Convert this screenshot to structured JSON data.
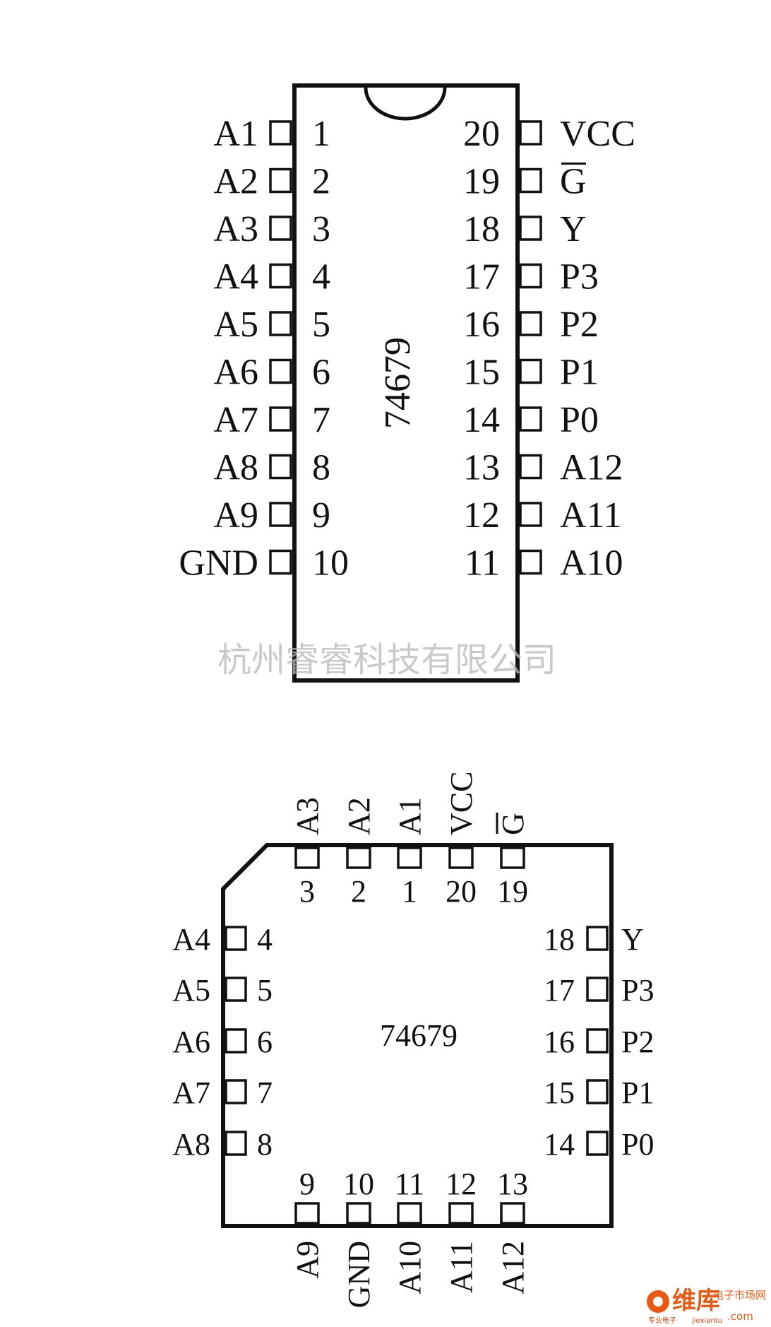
{
  "dip": {
    "part": "74679",
    "left_pins": [
      {
        "num": "1",
        "name": "A1"
      },
      {
        "num": "2",
        "name": "A2"
      },
      {
        "num": "3",
        "name": "A3"
      },
      {
        "num": "4",
        "name": "A4"
      },
      {
        "num": "5",
        "name": "A5"
      },
      {
        "num": "6",
        "name": "A6"
      },
      {
        "num": "7",
        "name": "A7"
      },
      {
        "num": "8",
        "name": "A8"
      },
      {
        "num": "9",
        "name": "A9"
      },
      {
        "num": "10",
        "name": "GND"
      }
    ],
    "right_pins": [
      {
        "num": "20",
        "name": "VCC",
        "overline": false
      },
      {
        "num": "19",
        "name": "G",
        "overline": true
      },
      {
        "num": "18",
        "name": "Y",
        "overline": false
      },
      {
        "num": "17",
        "name": "P3",
        "overline": false
      },
      {
        "num": "16",
        "name": "P2",
        "overline": false
      },
      {
        "num": "15",
        "name": "P1",
        "overline": false
      },
      {
        "num": "14",
        "name": "P0",
        "overline": false
      },
      {
        "num": "13",
        "name": "A12",
        "overline": false
      },
      {
        "num": "12",
        "name": "A11",
        "overline": false
      },
      {
        "num": "11",
        "name": "A10",
        "overline": false
      }
    ]
  },
  "plcc": {
    "part": "74679",
    "top_pins": [
      {
        "num": "3",
        "name": "A3",
        "overline": false
      },
      {
        "num": "2",
        "name": "A2",
        "overline": false
      },
      {
        "num": "1",
        "name": "A1",
        "overline": false
      },
      {
        "num": "20",
        "name": "VCC",
        "overline": false
      },
      {
        "num": "19",
        "name": "G",
        "overline": true
      }
    ],
    "left_pins": [
      {
        "num": "4",
        "name": "A4"
      },
      {
        "num": "5",
        "name": "A5"
      },
      {
        "num": "6",
        "name": "A6"
      },
      {
        "num": "7",
        "name": "A7"
      },
      {
        "num": "8",
        "name": "A8"
      }
    ],
    "right_pins": [
      {
        "num": "18",
        "name": "Y"
      },
      {
        "num": "17",
        "name": "P3"
      },
      {
        "num": "16",
        "name": "P2"
      },
      {
        "num": "15",
        "name": "P1"
      },
      {
        "num": "14",
        "name": "P0"
      }
    ],
    "bottom_pins": [
      {
        "num": "9",
        "name": "A9"
      },
      {
        "num": "10",
        "name": "GND"
      },
      {
        "num": "11",
        "name": "A10"
      },
      {
        "num": "12",
        "name": "A11"
      },
      {
        "num": "13",
        "name": "A12"
      }
    ]
  },
  "watermark": "杭州睿睿科技有限公司",
  "logo": {
    "main": "维库",
    "sub": "电子市场网",
    "tiny": "专业电子",
    "site": "jiexiantu",
    "com": ".com"
  }
}
